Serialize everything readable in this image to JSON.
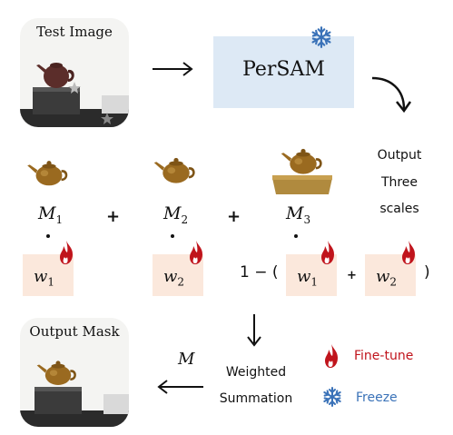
{
  "test_image": {
    "caption": "Test Image"
  },
  "persam": {
    "label": "PerSAM"
  },
  "output_scales": {
    "line1": "Output",
    "line2": "Three",
    "line3": "scales"
  },
  "masks": [
    {
      "symbol": "M",
      "sub": "1"
    },
    {
      "symbol": "M",
      "sub": "2"
    },
    {
      "symbol": "M",
      "sub": "3"
    }
  ],
  "weights": [
    {
      "symbol": "w",
      "sub": "1"
    },
    {
      "symbol": "w",
      "sub": "2"
    },
    {
      "symbol": "w",
      "sub": "1"
    },
    {
      "symbol": "w",
      "sub": "2"
    }
  ],
  "operators": {
    "plus": "+",
    "one_minus": "1 − (",
    "close_paren": ")"
  },
  "weighted_summation": {
    "line1": "Weighted",
    "line2": "Summation"
  },
  "output_symbol": "M",
  "output_mask": {
    "caption": "Output Mask"
  },
  "legend": {
    "finetune_label": "Fine-tune",
    "freeze_label": "Freeze"
  },
  "colors": {
    "persam_bg": "#dde9f5",
    "weight_bg": "#fbe8dc",
    "finetune": "#c0141c",
    "freeze": "#3a72b8",
    "teapot": "#9a6a20"
  },
  "icons": {
    "finetune": "fire-icon",
    "freeze": "snowflake-icon"
  }
}
